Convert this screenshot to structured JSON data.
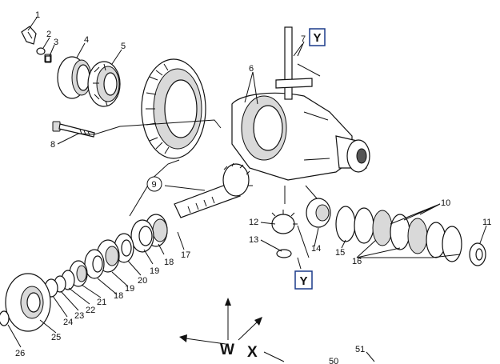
{
  "diagram": {
    "part_numbers": {
      "p1": "1",
      "p2": "2",
      "p3": "3",
      "p4": "4",
      "p5": "5",
      "p6": "6",
      "p7": "7",
      "p8": "8",
      "p9": "9",
      "p10": "10",
      "p11": "11",
      "p12": "12",
      "p13": "13",
      "p14": "14",
      "p15": "15",
      "p16": "16",
      "p17": "17",
      "p18a": "18",
      "p18b": "18",
      "p19a": "19",
      "p19b": "19",
      "p20": "20",
      "p21": "21",
      "p22": "22",
      "p23": "23",
      "p24": "24",
      "p25": "25",
      "p26": "26",
      "p50": "50",
      "p51": "51"
    },
    "box_labels": {
      "top": "Y",
      "bottom": "Y"
    },
    "axis_labels": {
      "w": "W",
      "x": "X"
    }
  }
}
